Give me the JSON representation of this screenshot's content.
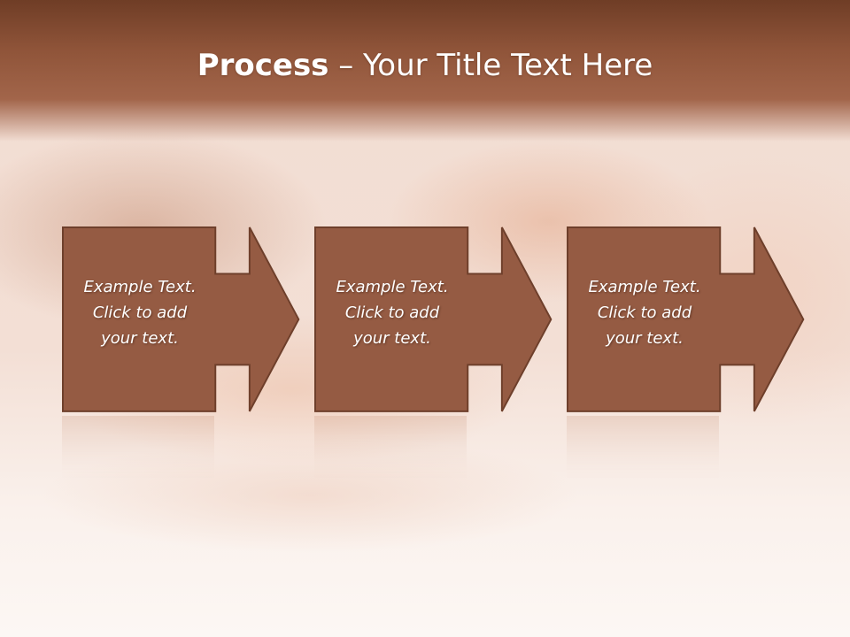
{
  "title": {
    "bold": "Process",
    "rest": " – Your Title Text Here"
  },
  "steps": [
    {
      "line1": "Example Text.",
      "line2": "Click  to add",
      "line3": "your text."
    },
    {
      "line1": "Example Text.",
      "line2": "Click  to add",
      "line3": "your text."
    },
    {
      "line1": "Example Text.",
      "line2": "Click  to add",
      "line3": "your text."
    }
  ],
  "colors": {
    "header_dark": "#6f3d26",
    "header_light": "#a2654a",
    "box_fill": "#955b43",
    "box_border": "#7a4630",
    "text": "#ffffff"
  }
}
